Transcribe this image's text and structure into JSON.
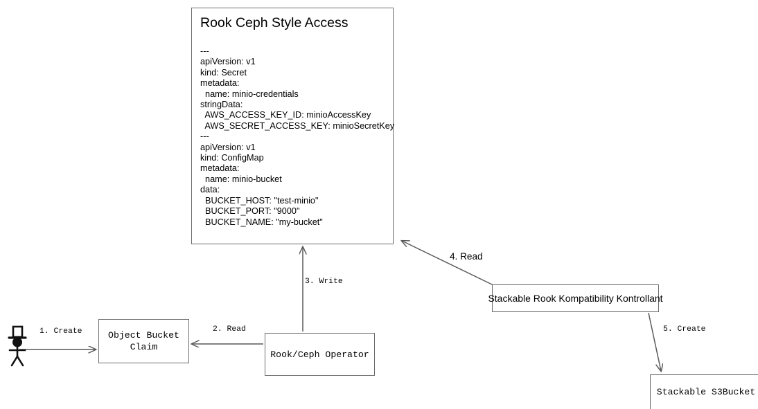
{
  "diagram": {
    "title": "Rook Ceph Style Access",
    "nodes": {
      "actor": {
        "name": "stick-figure-actor-with-top-hat"
      },
      "code_panel": {
        "title": "Rook Ceph Style Access",
        "body": "---\napiVersion: v1\nkind: Secret\nmetadata:\n  name: minio-credentials\nstringData:\n  AWS_ACCESS_KEY_ID: minioAccessKey\n  AWS_SECRET_ACCESS_KEY: minioSecretKey\n---\napiVersion: v1\nkind: ConfigMap\nmetadata:\n  name: minio-bucket\ndata:\n  BUCKET_HOST: \"test-minio\"\n  BUCKET_PORT: \"9000\"\n  BUCKET_NAME: \"my-bucket\""
      },
      "object_bucket_claim": {
        "label": "Object Bucket\nClaim"
      },
      "rook_ceph_operator": {
        "label": "Rook/Ceph Operator"
      },
      "skkk": {
        "label": "Stackable Rook Kompatibility Kontrollant"
      },
      "s3bucket": {
        "label": "Stackable S3Bucket"
      }
    },
    "edges": [
      {
        "id": "e1",
        "label": "1. Create",
        "from": "actor",
        "to": "object_bucket_claim"
      },
      {
        "id": "e2",
        "label": "2. Read",
        "from": "rook_ceph_operator",
        "to": "object_bucket_claim"
      },
      {
        "id": "e3",
        "label": "3. Write",
        "from": "rook_ceph_operator",
        "to": "code_panel"
      },
      {
        "id": "e4",
        "label": "4. Read",
        "from": "skkk",
        "to": "code_panel"
      },
      {
        "id": "e5",
        "label": "5. Create",
        "from": "skkk",
        "to": "s3bucket"
      }
    ],
    "colors": {
      "background": "#ffffff",
      "stroke": "#6b6b6b",
      "arrow": "#595959",
      "text": "#000000"
    }
  }
}
